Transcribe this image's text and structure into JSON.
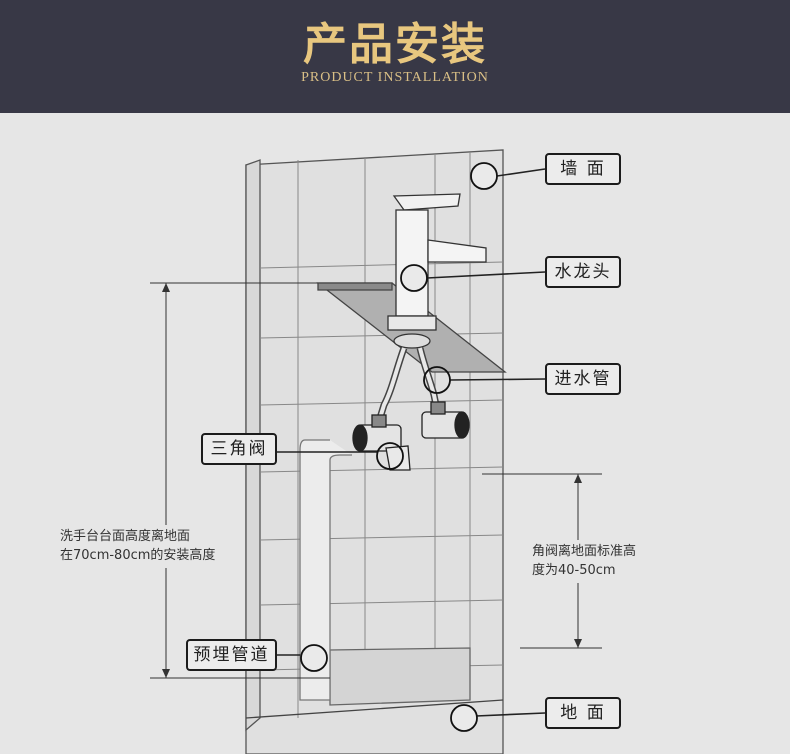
{
  "header": {
    "title": "产品安装",
    "subtitle": "PRODUCT INSTALLATION"
  },
  "labels": {
    "wall": "墙 面",
    "faucet": "水龙头",
    "inlet_hose": "进水管",
    "angle_valve": "三角阀",
    "embedded_pipe": "预埋管道",
    "floor": "地 面"
  },
  "notes": {
    "basin_height_line1": "洗手台台面高度离地面",
    "basin_height_line2": "在70cm-80cm的安装高度",
    "valve_height_line1": "角阀离地面标准高",
    "valve_height_line2": "度为40-50cm"
  },
  "colors": {
    "header_bg": "#383846",
    "title_gold": "#e8c77f",
    "background": "#e6e6e6"
  }
}
